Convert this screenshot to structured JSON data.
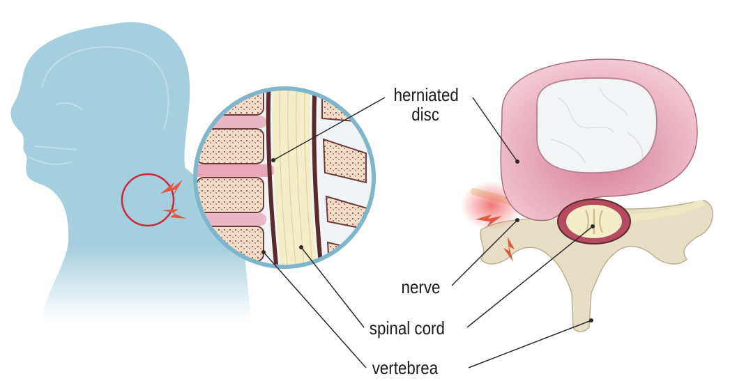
{
  "labels": {
    "herniated_disc_line1": "herniated",
    "herniated_disc_line2": "disc",
    "nerve": "nerve",
    "spinal_cord": "spinal cord",
    "vertebrae": "vertebrea"
  },
  "colors": {
    "body": "#9fc9da",
    "disc": "#e8b7c3",
    "nucleus": "#f3f4f6",
    "bone": "#e6dfc6",
    "cord": "#f4eec8",
    "highlight_red": "#e2583d",
    "circle_outline": "#c8283a",
    "magnifier_ring": "#7fb6cc"
  },
  "icons": [
    "pain-arrow-icon",
    "focus-circle-icon"
  ]
}
